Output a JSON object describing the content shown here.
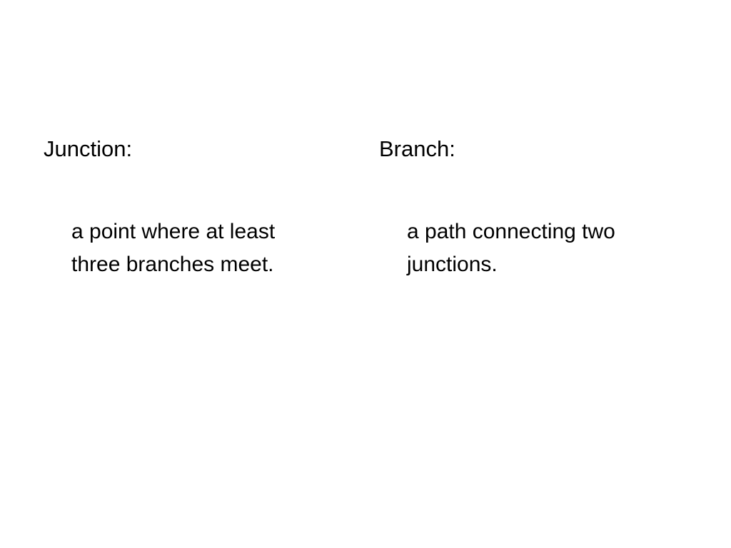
{
  "slide": {
    "columns": [
      {
        "term": "Junction:",
        "definition_lines": [
          "a point where at least",
          "three branches meet."
        ]
      },
      {
        "term": "Branch:",
        "definition_lines": [
          "a path connecting two",
          "junctions."
        ]
      }
    ]
  }
}
